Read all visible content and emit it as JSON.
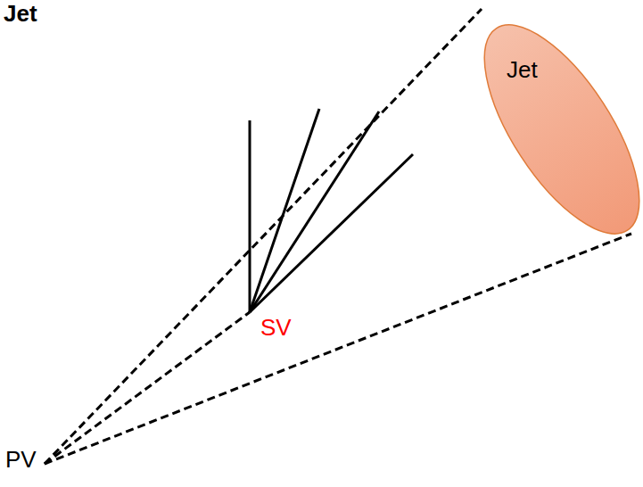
{
  "diagram": {
    "nodes": [
      {
        "text": [
          "Jet"
        ]
      }
    ],
    "labels": [
      "Jet",
      "SV",
      "PV"
    ]
  }
}
